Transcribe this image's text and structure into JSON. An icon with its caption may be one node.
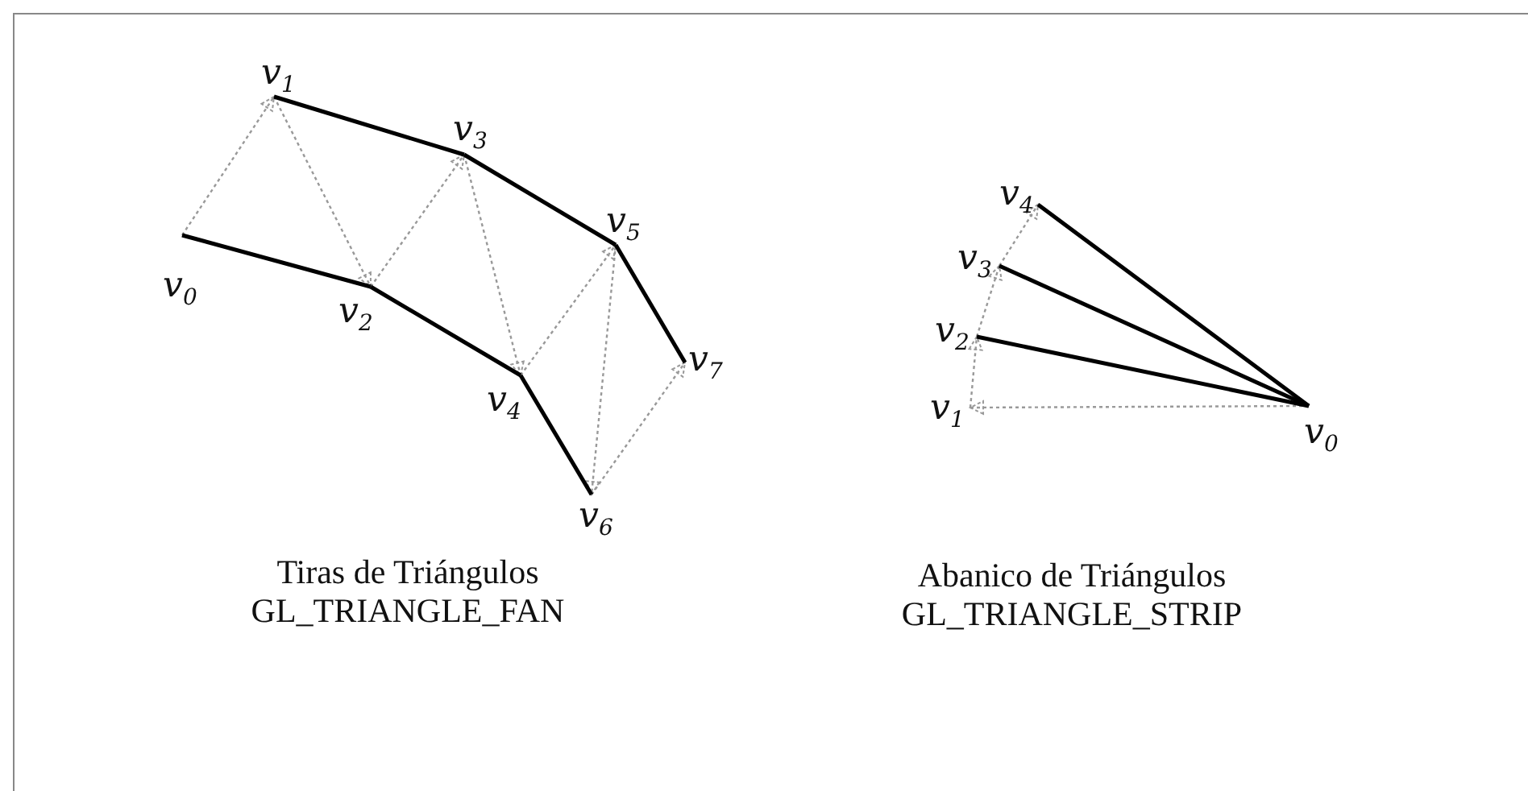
{
  "diagram": {
    "nodes": [
      {
        "text": [
          "v$_{0}$"
        ]
      },
      {
        "text": [
          "v$_{1}$"
        ]
      },
      {
        "text": [
          "v$_{2}$"
        ]
      },
      {
        "text": [
          "v$_{3}$"
        ]
      },
      {
        "text": [
          "v$_{4}$"
        ]
      },
      {
        "text": [
          "v$_{5}$"
        ]
      },
      {
        "text": [
          "v$_{6}$"
        ]
      },
      {
        "text": [
          "v$_{7}$"
        ]
      },
      {
        "text": [
          "v$_{0}$"
        ]
      },
      {
        "text": [
          "v$_{1}$"
        ]
      },
      {
        "text": [
          "v$_{2}$"
        ]
      },
      {
        "text": [
          "v$_{3}$"
        ]
      },
      {
        "text": [
          "v$_{4}$"
        ]
      }
    ],
    "edges": [
      {
        "from": 0,
        "to": 1,
        "arrow": "to",
        "style": "dashed"
      },
      {
        "from": 1,
        "to": 2,
        "arrow": "to",
        "style": "dashed"
      },
      {
        "from": 2,
        "to": 3,
        "arrow": "to",
        "style": "dashed"
      },
      {
        "from": 3,
        "to": 4,
        "arrow": "to",
        "style": "dashed"
      },
      {
        "from": 4,
        "to": 5,
        "arrow": "to",
        "style": "dashed"
      },
      {
        "from": 5,
        "to": 6,
        "arrow": "to",
        "style": "dashed"
      },
      {
        "from": 6,
        "to": 7,
        "arrow": "to",
        "style": "dashed"
      },
      {
        "from": 1,
        "to": 3,
        "arrow": "none",
        "color": "#000000"
      },
      {
        "from": 3,
        "to": 5,
        "arrow": "none",
        "color": "#000000"
      },
      {
        "from": 5,
        "to": 7,
        "arrow": "none",
        "color": "#000000"
      },
      {
        "from": 0,
        "to": 2,
        "arrow": "none",
        "color": "#000000"
      },
      {
        "from": 2,
        "to": 4,
        "arrow": "none",
        "color": "#000000"
      },
      {
        "from": 4,
        "to": 6,
        "arrow": "none",
        "color": "#000000"
      },
      {
        "from": 8,
        "to": 9,
        "arrow": "to",
        "style": "dashed"
      },
      {
        "from": 9,
        "to": 10,
        "arrow": "to",
        "style": "dashed"
      },
      {
        "from": 10,
        "to": 11,
        "arrow": "to",
        "style": "dashed"
      },
      {
        "from": 11,
        "to": 12,
        "arrow": "to",
        "style": "dashed"
      },
      {
        "from": 8,
        "to": 10,
        "arrow": "none",
        "color": "#000000"
      },
      {
        "from": 8,
        "to": 11,
        "arrow": "none",
        "color": "#000000"
      },
      {
        "from": 8,
        "to": 12,
        "arrow": "none",
        "color": "#000000"
      }
    ],
    "labels": [
      "Tiras de Triángulos",
      "GL_TRIANGLE_FAN",
      "Abanico de Triángulos",
      "GL_TRIANGLE_STRIP"
    ]
  }
}
